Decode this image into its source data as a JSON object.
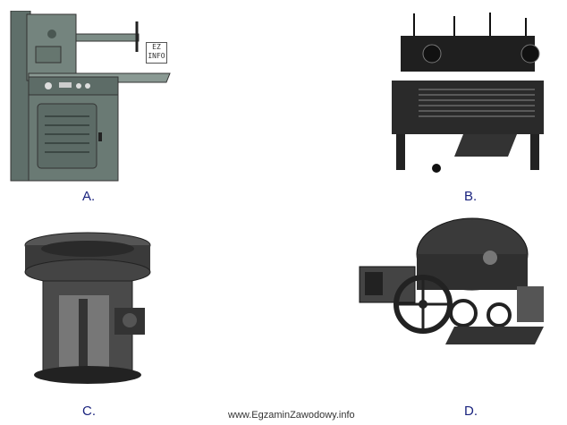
{
  "options": [
    {
      "label": "A.",
      "image": "industrial-saw-machine-icon"
    },
    {
      "label": "B.",
      "image": "knitting-machine-icon"
    },
    {
      "label": "C.",
      "image": "centrifuge-machine-icon"
    },
    {
      "label": "D.",
      "image": "carding-drum-machine-icon"
    }
  ],
  "watermark": {
    "logo_text": "EZ INFO"
  },
  "footer": {
    "text": "www.EgzaminZawodowy.info"
  },
  "colors": {
    "label": "#1a237e",
    "machine_a": "#6e7e78",
    "dark": "#222222"
  }
}
